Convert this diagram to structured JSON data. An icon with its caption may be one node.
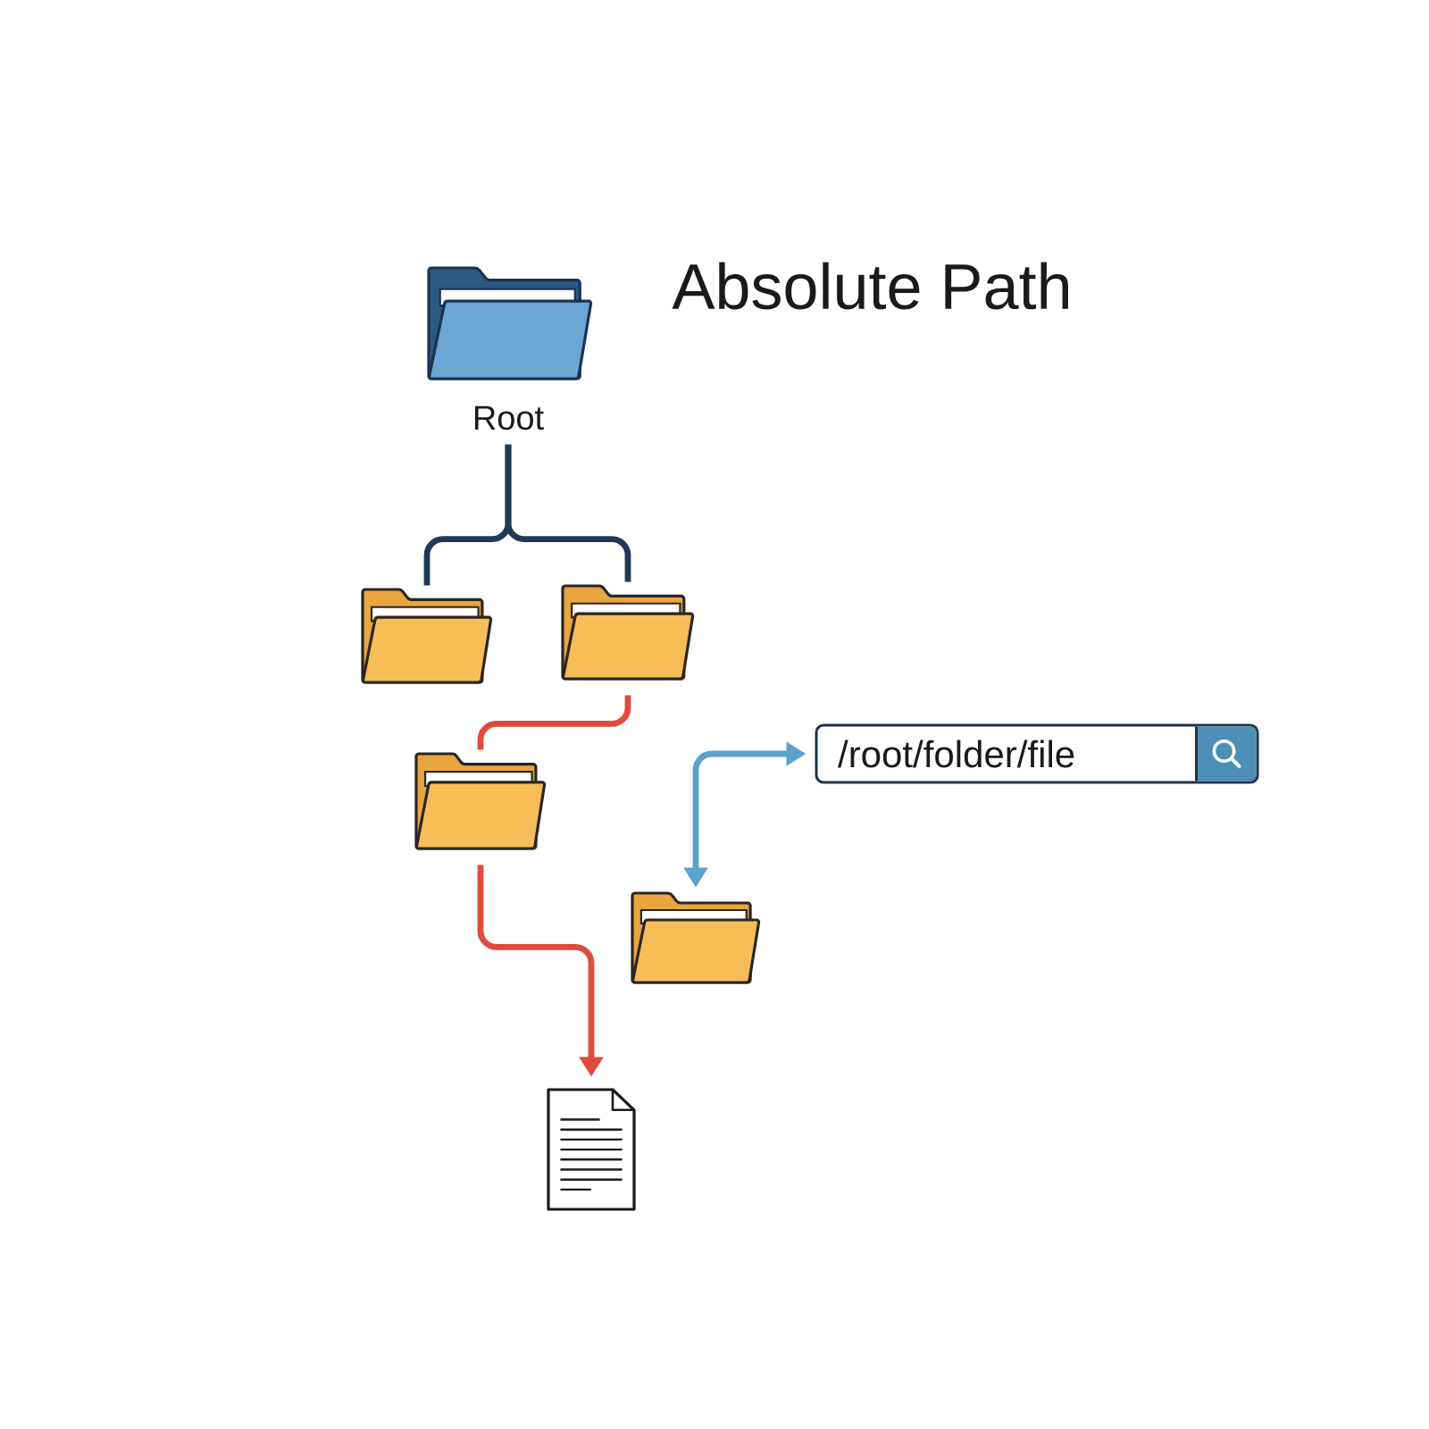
{
  "diagram": {
    "title": "Absolute Path",
    "nodes": [
      {
        "text": [
          "Root"
        ]
      },
      {
        "text": [],
        "shape": "picture"
      },
      {
        "text": [],
        "shape": "picture"
      },
      {
        "text": [],
        "shape": "picture"
      },
      {
        "text": [
          "/root/folder/file"
        ]
      },
      {
        "text": [],
        "shape": "picture"
      },
      {
        "text": [],
        "shape": "picture"
      }
    ],
    "edges": [
      {
        "from": 0,
        "to": 1,
        "arrow": "none"
      },
      {
        "from": 0,
        "to": 2,
        "arrow": "none"
      },
      {
        "from": 2,
        "to": 3,
        "arrow": "none",
        "color": "#e04b3c"
      },
      {
        "from": 3,
        "to": 6,
        "arrow": "to",
        "color": "#e04b3c"
      },
      {
        "from": 5,
        "to": 4,
        "arrow": "both",
        "color": "#5aa2cc"
      }
    ]
  }
}
